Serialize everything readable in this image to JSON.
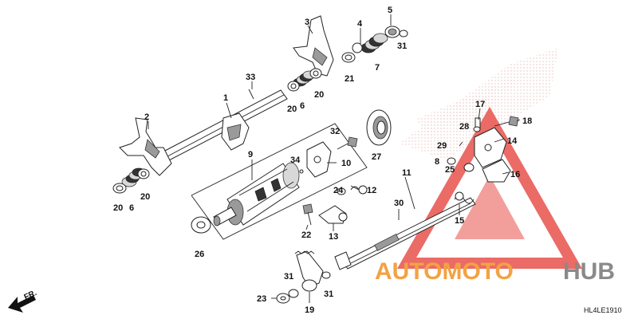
{
  "diagram": {
    "callouts": [
      "1",
      "2",
      "3",
      "4",
      "5",
      "6",
      "6",
      "7",
      "8",
      "9",
      "10",
      "11",
      "12",
      "13",
      "14",
      "15",
      "16",
      "17",
      "18",
      "19",
      "20",
      "20",
      "20",
      "20",
      "21",
      "22",
      "23",
      "24",
      "25",
      "26",
      "27",
      "28",
      "29",
      "30",
      "31",
      "31",
      "31",
      "32",
      "33",
      "34"
    ],
    "direction_label": "FR.",
    "diagram_code": "HL4LE1910"
  },
  "watermark": {
    "brand_left": "AUTOMOTO",
    "brand_right": "HUB",
    "colors": {
      "red": "#e8514b",
      "orange": "#f3a243",
      "gray": "#8a8a8a"
    }
  }
}
